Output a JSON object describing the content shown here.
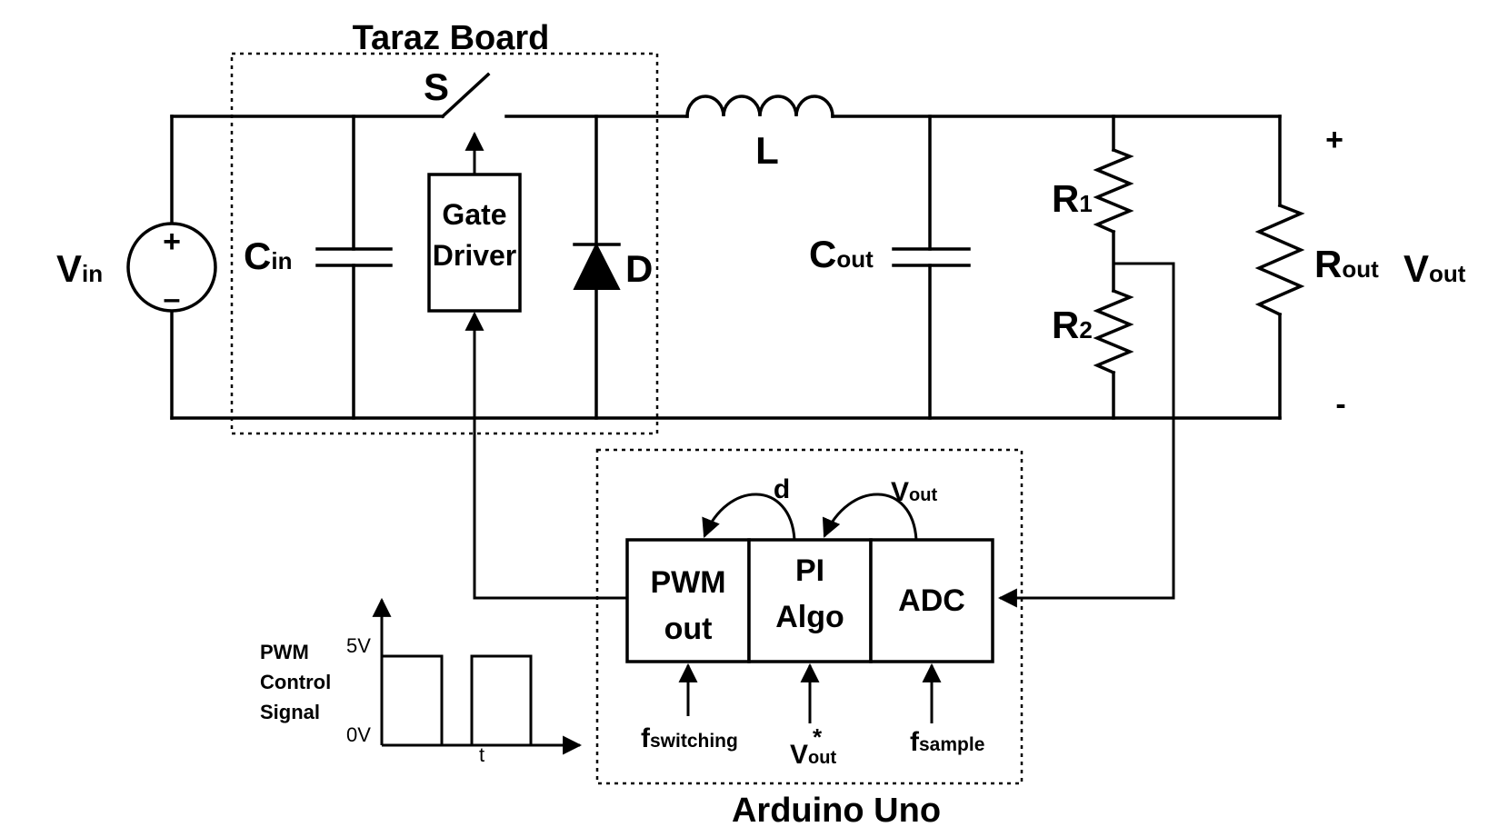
{
  "taraz_board": {
    "title": "Taraz Board",
    "switch_label": "S",
    "cin_main": "C",
    "cin_sub": "in",
    "gate_driver_line1": "Gate",
    "gate_driver_line2": "Driver",
    "diode_label": "D"
  },
  "source": {
    "main": "V",
    "sub": "in",
    "plus": "+",
    "minus": "–"
  },
  "inductor_label": "L",
  "cout": {
    "main": "C",
    "sub": "out"
  },
  "r1": {
    "main": "R",
    "sub": "1"
  },
  "r2": {
    "main": "R",
    "sub": "2"
  },
  "rout": {
    "main": "R",
    "sub": "out"
  },
  "vout_terminal": {
    "main": "V",
    "sub": "out",
    "plus": "+",
    "minus": "-"
  },
  "arduino": {
    "title": "Arduino Uno",
    "pwm_line1": "PWM",
    "pwm_line2": "out",
    "pi_line1": "PI",
    "pi_line2": "Algo",
    "adc": "ADC",
    "d_label": "d",
    "vout_fb_main": "V",
    "vout_fb_sub": "out",
    "fsw_main": "f",
    "fsw_sub": "switching",
    "vref_main": "V",
    "vref_sup": "*",
    "vref_sub": "out",
    "fs_main": "f",
    "fs_sub": "sample"
  },
  "pwm_signal": {
    "line1": "PWM",
    "line2": "Control",
    "line3": "Signal",
    "high": "5V",
    "low": "0V",
    "t": "t"
  }
}
